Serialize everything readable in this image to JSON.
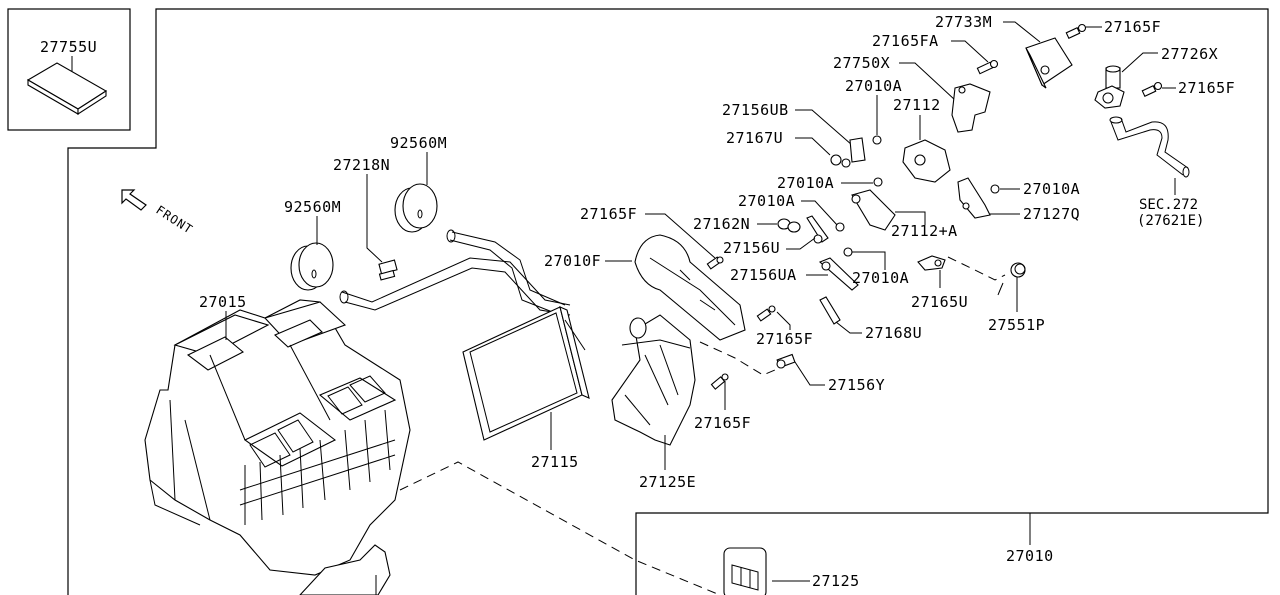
{
  "diagram": {
    "title": "Heater & Blower Unit - Exploded Parts Diagram",
    "orientation_label": "FRONT",
    "inset": {
      "part_number": "27755U",
      "description": "filter"
    },
    "labels": {
      "p27733M": "27733M",
      "p27165F_top": "27165F",
      "p27165FA": "27165FA",
      "p27726X": "27726X",
      "p27750X": "27750X",
      "p27165F_right": "27165F",
      "p27010A_1": "27010A",
      "p27112": "27112",
      "p27156UB": "27156UB",
      "p27167U": "27167U",
      "p27010A_2": "27010A",
      "p27010A_3": "27010A",
      "p27010A_4": "27010A",
      "p27127Q": "27127Q",
      "sec272_line1": "SEC.272",
      "sec272_line2": "(27621E)",
      "p27165F_mid": "27165F",
      "p27162N": "27162N",
      "p27112A": "27112+A",
      "p27156U": "27156U",
      "p27010F": "27010F",
      "p27156UA": "27156UA",
      "p27010A_5": "27010A",
      "p27165U": "27165U",
      "p27551P": "27551P",
      "p27165F_low1": "27165F",
      "p27168U": "27168U",
      "p27156Y": "27156Y",
      "p27165F_low2": "27165F",
      "p92560M_a": "92560M",
      "p27218N": "27218N",
      "p92560M_b": "92560M",
      "p27015": "27015",
      "p27115": "27115",
      "p27125E": "27125E",
      "p27010": "27010",
      "p27125": "27125"
    }
  }
}
